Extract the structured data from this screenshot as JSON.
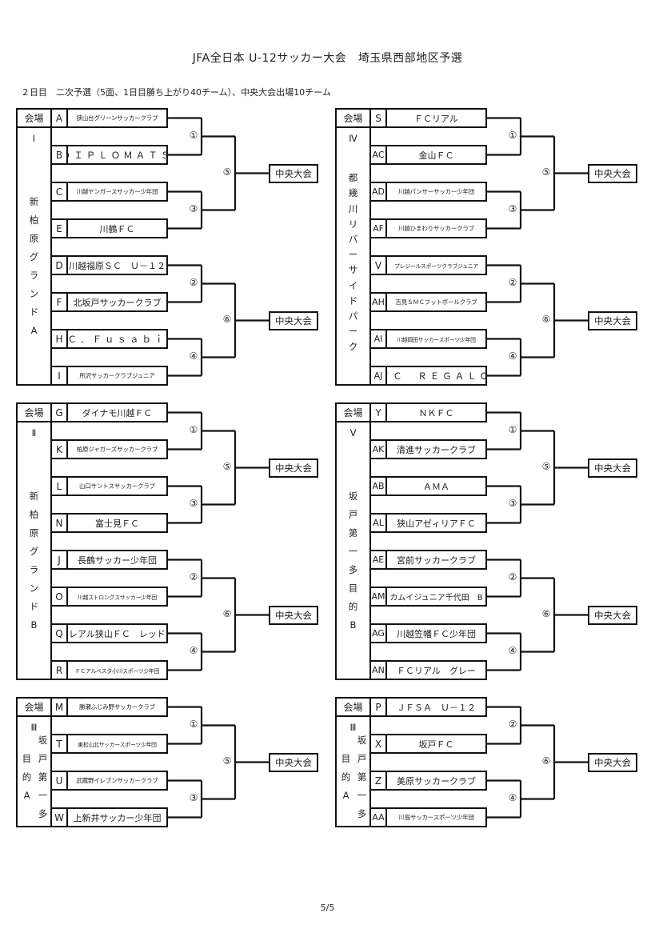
{
  "title": "JFA全日本 U-12サッカー大会　埼玉県西部地区予選",
  "subtitle": "２日目　二次予選（5面、1日目勝ち上がり40チーム）、中央大会出場10チーム",
  "footer": "5/5",
  "header_label": "会場",
  "final_label": "中央大会",
  "blocks": [
    {
      "id": "I",
      "venue_number": "Ⅰ",
      "venue_chars": [
        "新",
        "柏",
        "原",
        "グ",
        "ラ",
        "ン",
        "ド",
        "A"
      ],
      "venue_layout": "single",
      "teams": [
        {
          "code": "A",
          "name": "狭山台グリーンサッカークラブ",
          "size": "sm"
        },
        {
          "code": "B",
          "name": "ＤＩＰＬＯＭＡＴＳ",
          "size": "wide"
        },
        {
          "code": "C",
          "name": "川越ヤンガースサッカー少年団",
          "size": "sm"
        },
        {
          "code": "E",
          "name": "川鶴ＦＣ",
          "size": "normal"
        },
        {
          "code": "D",
          "name": "川越福原ＳＣ　Ｕ－１２",
          "size": "normal"
        },
        {
          "code": "F",
          "name": "北坂戸サッカークラブ",
          "size": "normal"
        },
        {
          "code": "H",
          "name": "ＦＣ．Ｆｕｓａｂｉｏ",
          "size": "wide"
        },
        {
          "code": "I",
          "name": "所沢サッカークラブジュニア",
          "size": "sm"
        }
      ],
      "matches": [
        "①",
        "③",
        "②",
        "④"
      ],
      "semis": [
        "⑤",
        "⑥"
      ]
    },
    {
      "id": "IV",
      "venue_number": "Ⅳ",
      "venue_chars": [
        "都",
        "幾",
        "川",
        "リ",
        "バ",
        "ー",
        "サ",
        "イ",
        "ド",
        "パ",
        "ー",
        "ク"
      ],
      "venue_layout": "single-long",
      "teams": [
        {
          "code": "S",
          "name": "ＦＣリアル",
          "size": "normal"
        },
        {
          "code": "AC",
          "name": "金山ＦＣ",
          "size": "normal"
        },
        {
          "code": "AD",
          "name": "川越パンサーサッカー少年団",
          "size": "sm"
        },
        {
          "code": "AF",
          "name": "川越ひまわりサッカークラブ",
          "size": "sm"
        },
        {
          "code": "V",
          "name": "プレジールスポーツクラブジュニア",
          "size": "xs"
        },
        {
          "code": "AH",
          "name": "吉見ＳＭＣフットボールクラブ",
          "size": "sm"
        },
        {
          "code": "AI",
          "name": "川越岡田サッカースポーツ少年団",
          "size": "xs"
        },
        {
          "code": "AJ",
          "name": "ＦＣ　ＲＥＧＡＬＯ",
          "size": "wide"
        }
      ],
      "matches": [
        "①",
        "③",
        "②",
        "④"
      ],
      "semis": [
        "⑤",
        "⑥"
      ]
    },
    {
      "id": "II",
      "venue_number": "Ⅱ",
      "venue_chars": [
        "新",
        "柏",
        "原",
        "グ",
        "ラ",
        "ン",
        "ド",
        "B"
      ],
      "venue_layout": "single",
      "teams": [
        {
          "code": "G",
          "name": "ダイナモ川越ＦＣ",
          "size": "normal"
        },
        {
          "code": "K",
          "name": "柏原ジャガーズサッカークラブ",
          "size": "sm"
        },
        {
          "code": "L",
          "name": "山口サントスサッカークラブ",
          "size": "sm"
        },
        {
          "code": "N",
          "name": "富士見ＦＣ",
          "size": "normal"
        },
        {
          "code": "J",
          "name": "長鶴サッカー少年団",
          "size": "normal"
        },
        {
          "code": "O",
          "name": "川越ストロングスサッカー少年団",
          "size": "xs"
        },
        {
          "code": "Q",
          "name": "レアル狭山ＦＣ　レッド",
          "size": "normal"
        },
        {
          "code": "R",
          "name": "ＦＣアルベスタ小川スポーツ少年団",
          "size": "xs"
        }
      ],
      "matches": [
        "①",
        "③",
        "②",
        "④"
      ],
      "semis": [
        "⑤",
        "⑥"
      ]
    },
    {
      "id": "V",
      "venue_number": "Ⅴ",
      "venue_chars": [
        "坂",
        "戸",
        "第",
        "一",
        "多",
        "目",
        "的",
        "B"
      ],
      "venue_layout": "single",
      "teams": [
        {
          "code": "Y",
          "name": "ＮＫＦＣ",
          "size": "normal"
        },
        {
          "code": "AK",
          "name": "清進サッカークラブ",
          "size": "normal"
        },
        {
          "code": "AB",
          "name": "ＡＭＡ",
          "size": "normal"
        },
        {
          "code": "AL",
          "name": "狭山アゼィリアＦＣ",
          "size": "normal"
        },
        {
          "code": "AE",
          "name": "宮前サッカークラブ",
          "size": "normal"
        },
        {
          "code": "AM",
          "name": "カムイジュニア千代田　B",
          "size": "md"
        },
        {
          "code": "AG",
          "name": "川越笠幡ＦＣ少年団",
          "size": "normal"
        },
        {
          "code": "AN",
          "name": "ＦＣリアル　グレー",
          "size": "normal"
        }
      ],
      "matches": [
        "①",
        "③",
        "②",
        "④"
      ],
      "semis": [
        "⑤",
        "⑥"
      ]
    },
    {
      "id": "III-A",
      "venue_number": "Ⅲ",
      "venue_col_right": [
        "坂",
        "戸",
        "第",
        "一",
        "多"
      ],
      "venue_col_left": [
        "目",
        "的",
        "A"
      ],
      "venue_layout": "double",
      "teams": [
        {
          "code": "M",
          "name": "勝瀬ふじみ野サッカークラブ",
          "size": "sm"
        },
        {
          "code": "T",
          "name": "東松山北サッカースポーツ少年団",
          "size": "xs"
        },
        {
          "code": "U",
          "name": "武蔵野イレブンサッカークラブ",
          "size": "sm"
        },
        {
          "code": "W",
          "name": "上新井サッカー少年団",
          "size": "normal"
        }
      ],
      "matches": [
        "①",
        "③"
      ],
      "semis": [
        "⑤"
      ]
    },
    {
      "id": "III-B",
      "venue_number": "Ⅲ",
      "venue_col_right": [
        "坂",
        "戸",
        "第",
        "一",
        "多"
      ],
      "venue_col_left": [
        "目",
        "的",
        "A"
      ],
      "venue_layout": "double",
      "teams": [
        {
          "code": "P",
          "name": "ＪＦＳＡ　Ｕ－１２",
          "size": "normal"
        },
        {
          "code": "X",
          "name": "坂戸ＦＣ",
          "size": "normal"
        },
        {
          "code": "Z",
          "name": "美原サッカークラブ",
          "size": "normal"
        },
        {
          "code": "AA",
          "name": "川島サッカースポーツ少年団",
          "size": "sm"
        }
      ],
      "matches": [
        "②",
        "④"
      ],
      "semis": [
        "⑥"
      ]
    }
  ]
}
